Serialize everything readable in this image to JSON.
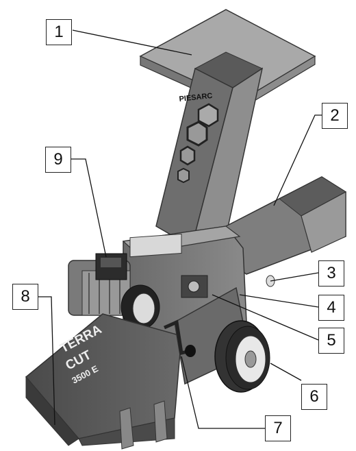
{
  "callouts": [
    {
      "id": "1",
      "label": "1"
    },
    {
      "id": "2",
      "label": "2"
    },
    {
      "id": "3",
      "label": "3"
    },
    {
      "id": "4",
      "label": "4"
    },
    {
      "id": "5",
      "label": "5"
    },
    {
      "id": "6",
      "label": "6"
    },
    {
      "id": "7",
      "label": "7"
    },
    {
      "id": "8",
      "label": "8"
    },
    {
      "id": "9",
      "label": "9"
    }
  ],
  "machine_text": {
    "brand": "PIESARC",
    "model_line1": "TERRA",
    "model_line2": "CUT",
    "model_line3": "3500 E"
  }
}
